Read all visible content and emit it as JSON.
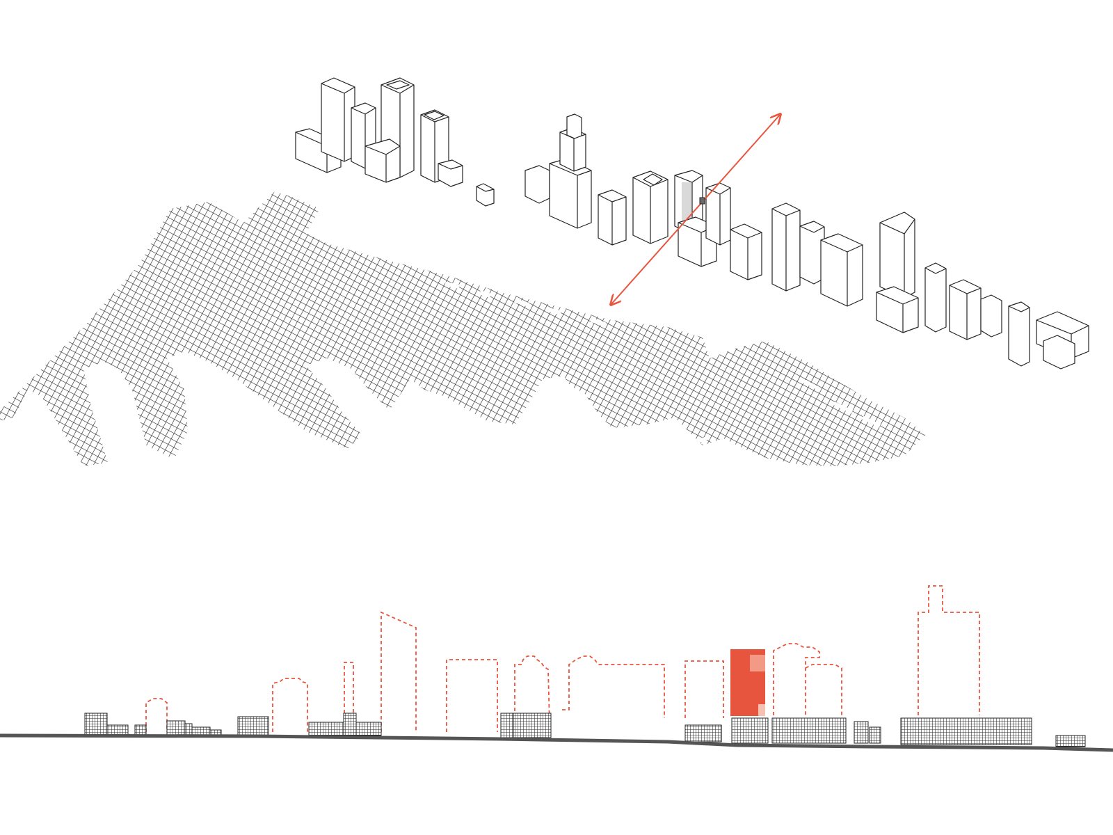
{
  "colors": {
    "background": "#ffffff",
    "linework": "#222222",
    "hatch": "#2a2a2a",
    "accent": "#e8553f",
    "accent_light": "#f29a85",
    "ground": "#555555",
    "building_fill": "#ffffff",
    "highlight_fill": "#d9d9d9"
  },
  "icons": {
    "section_arrow": "double-headed-arrow-icon"
  },
  "diagram": {
    "description_type": "urban-massing-axonometric-with-skyline-section",
    "views": [
      "axonometric-plan",
      "skyline-elevation"
    ]
  }
}
